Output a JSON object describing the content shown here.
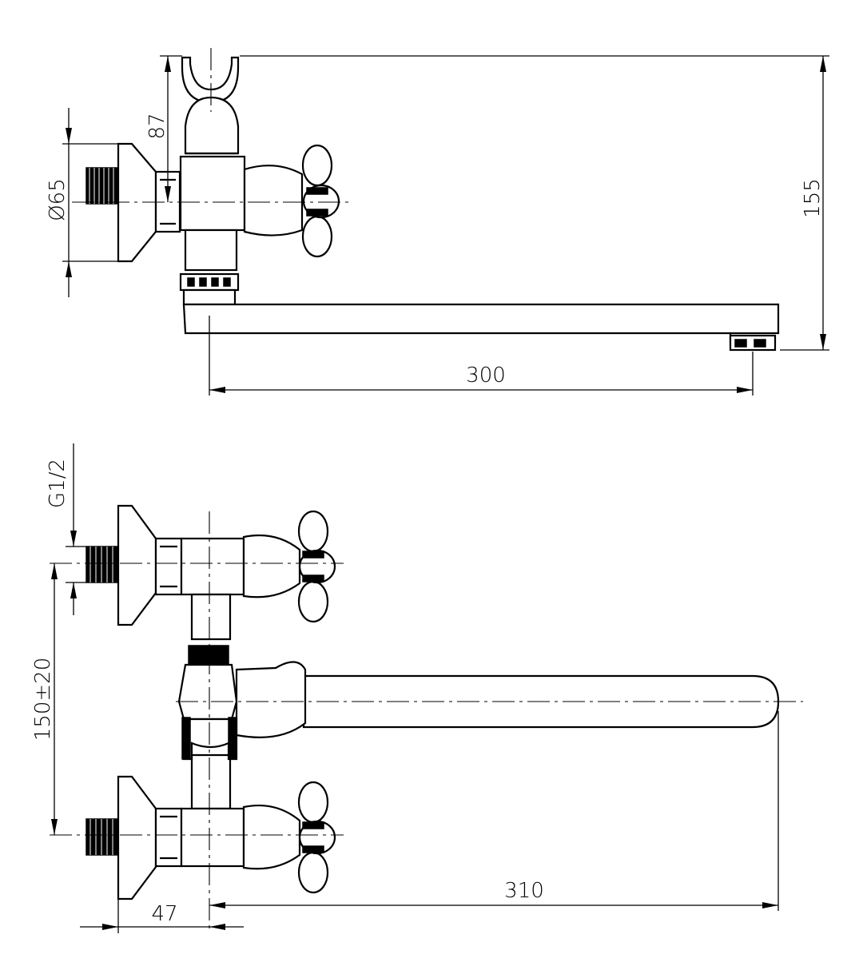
{
  "dimensions": {
    "side_view": {
      "height_87": "87",
      "diameter_65": "Ø65",
      "height_155": "155",
      "length_300": "300"
    },
    "top_view": {
      "thread_g12": "G1/2",
      "spacing_150": "150±20",
      "offset_47": "47",
      "length_310": "310"
    }
  }
}
